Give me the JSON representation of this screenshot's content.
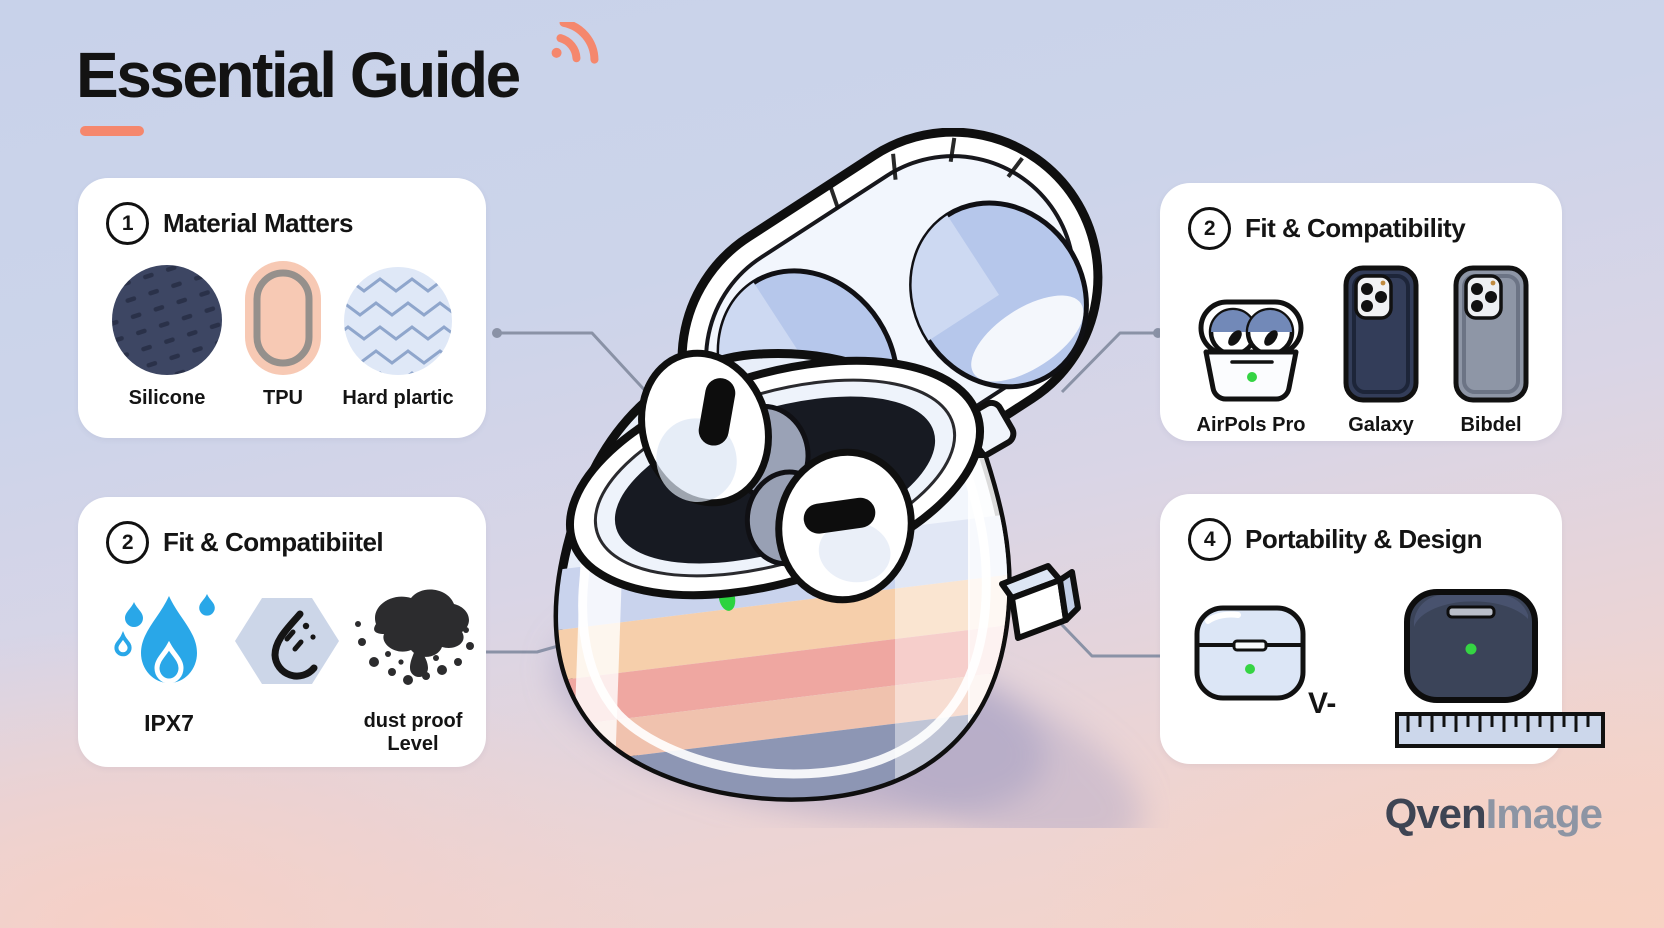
{
  "title": {
    "text": "Essential Guide"
  },
  "brand": {
    "part1": "Qven",
    "part2": "Image"
  },
  "cards": {
    "material": {
      "number": "1",
      "title": "Material Matters",
      "labels": [
        "Silicone",
        "TPU",
        "Hard plartic"
      ]
    },
    "fit": {
      "number": "2",
      "title": "Fit & Compatibility",
      "labels": [
        "AirPols Pro",
        "Galaxy",
        "Bibdel"
      ]
    },
    "protection": {
      "number": "2",
      "title": "Fit & Compatibiitel",
      "labels": [
        "IPX7",
        "dust proof\nLevel"
      ]
    },
    "portability": {
      "number": "4",
      "title": "Portability & Design",
      "vs_label": "V-"
    }
  },
  "icons": {
    "wifi-icon": "coral signal arcs",
    "silicone-swatch-icon": "dark navy textured circle",
    "tpu-swatch-icon": "peach rounded pill",
    "hard-plastic-swatch-icon": "light blue zigzag circle",
    "airpods-case-icon": "open earbuds case with two buds",
    "galaxy-phone-icon": "navy phone case with triple camera",
    "phone-icon": "gray phone case with triple camera",
    "water-drops-icon": "blue waterproof drops",
    "droplet-hexagon-icon": "hexagon badge with droplet sketch",
    "dust-cloud-icon": "black dust cloud with particles",
    "light-case-icon": "light earbuds case with green LED",
    "dark-case-icon": "dark earbuds case with green LED",
    "ruler-icon": "measuring ruler",
    "earbuds-case-illustration": "open transparent charging case with earbuds"
  },
  "colors": {
    "accent_coral": "#f5876d",
    "background_top": "#c9d3eb",
    "background_bottom": "#f7d4c6",
    "card": "#ffffff",
    "text": "#141414",
    "water_blue": "#29a7e8",
    "led_green": "#35d443",
    "navy": "#3b4459",
    "slate_gray": "#8e96a6",
    "connector_gray": "#8a92a6",
    "brand_dark": "#3e4453",
    "brand_light": "#8d95a4"
  }
}
